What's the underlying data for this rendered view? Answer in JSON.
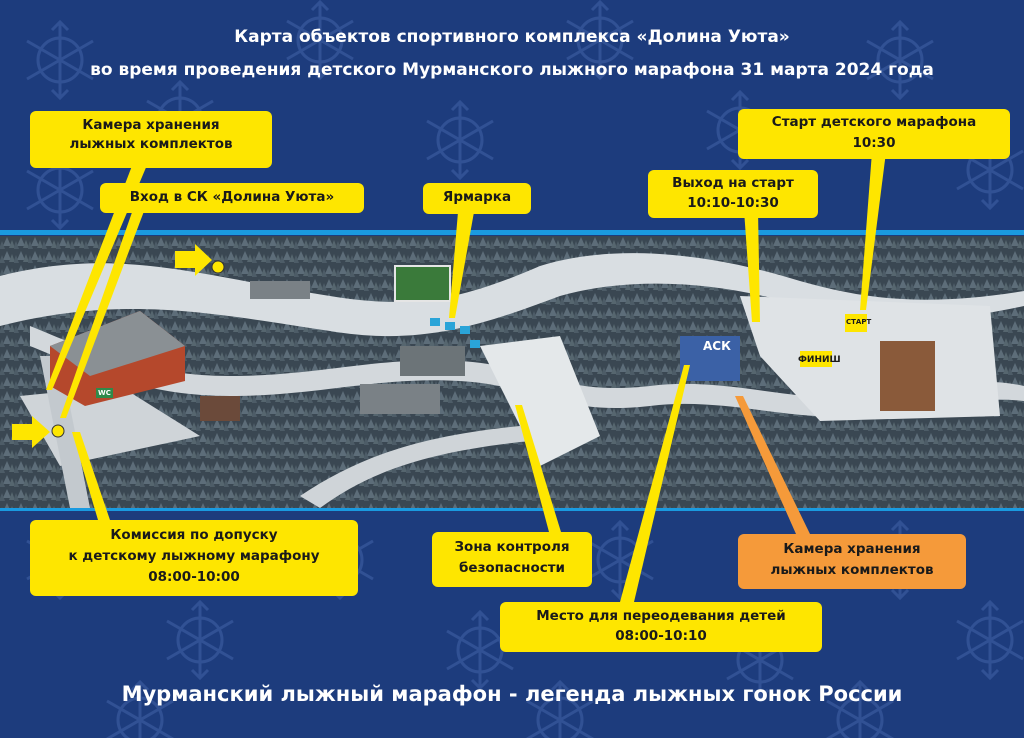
{
  "header": {
    "line1": "Карта объектов спортивного комплекса «Долина Уюта»",
    "line2": "во время проведения детского Мурманского лыжного марафона 31 марта 2024 года"
  },
  "callouts": {
    "ski_storage_left": {
      "line1": "Камера хранения",
      "line2": "лыжных комплектов"
    },
    "entrance": {
      "line1": "Вход в СК «Долина Уюта»"
    },
    "fair": {
      "line1": "Ярмарка"
    },
    "to_start": {
      "line1": "Выход на старт",
      "line2": "10:10-10:30"
    },
    "marathon_start": {
      "line1": "Старт детского марафона",
      "line2": "10:30"
    },
    "commission": {
      "line1": "Комиссия по допуску",
      "line2": "к детскому лыжному марафону",
      "line3": "08:00-10:00"
    },
    "security": {
      "line1": "Зона контроля",
      "line2": "безопасности"
    },
    "ski_storage_right": {
      "line1": "Камера хранения",
      "line2": "лыжных комплектов"
    },
    "changing": {
      "line1": "Место для переодевания детей",
      "line2": "08:00-10:10"
    }
  },
  "map_labels": {
    "ack": "АСК",
    "finish": "ФИНИШ",
    "start_sign": "СТАРТ",
    "wc": "WC"
  },
  "footer": {
    "text": "Мурманский лыжный марафон - легенда лыжных гонок России"
  },
  "colors": {
    "background": "#1d3c7d",
    "callout": "#fee600",
    "callout_alt": "#f59a3a",
    "band": "#1a9ae0",
    "forest": "#3c4a55",
    "road": "#cfd4d8"
  },
  "icons": [
    "snowflake-pattern-icon",
    "arrow-pointer-icon"
  ]
}
